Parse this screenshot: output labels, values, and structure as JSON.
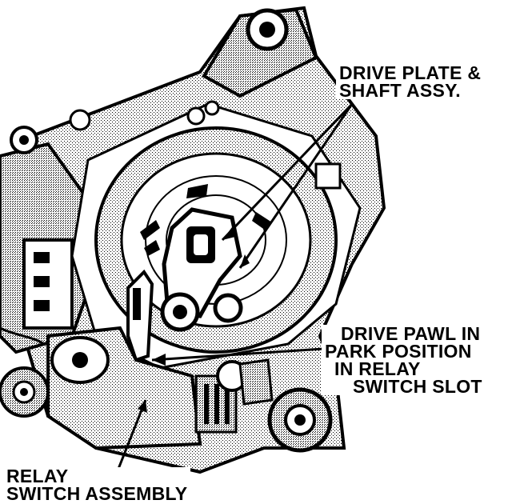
{
  "colors": {
    "ink": "#000000",
    "paper": "#ffffff",
    "stipple": "#bdbdbd"
  },
  "callouts": {
    "drive_plate": {
      "line1": "DRIVE PLATE &",
      "line2": "SHAFT ASSY."
    },
    "drive_pawl": {
      "line1": "DRIVE PAWL IN",
      "line2": "PARK POSITION",
      "line3": "IN RELAY",
      "line4": "SWITCH SLOT"
    },
    "relay_switch": {
      "line1": "RELAY",
      "line2": "SWITCH ASSEMBLY"
    }
  }
}
